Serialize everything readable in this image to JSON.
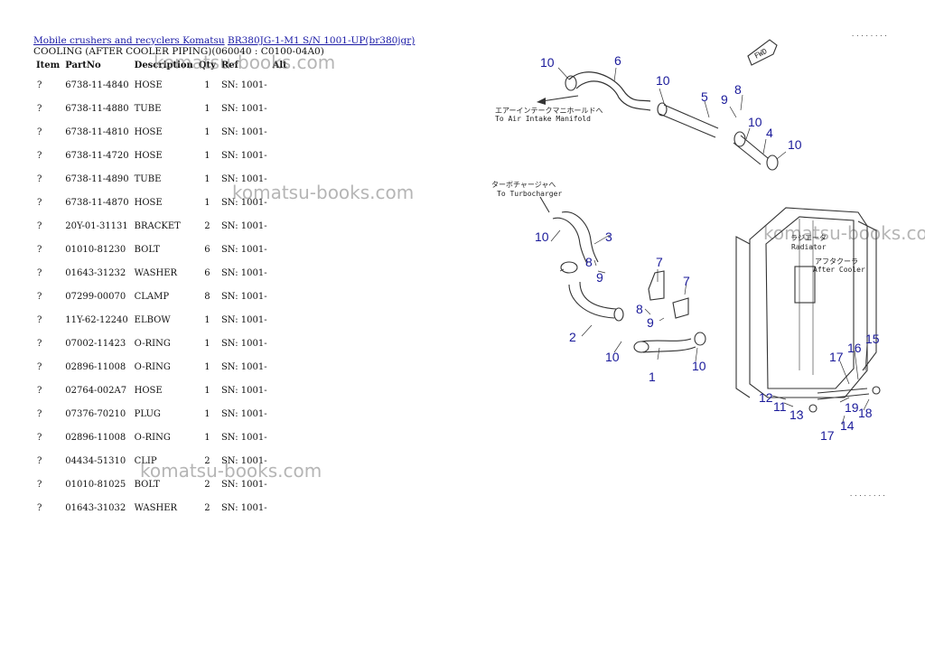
{
  "breadcrumb": {
    "link1": "Mobile crushers and recyclers Komatsu",
    "link2": "BR380JG-1-M1 S/N 1001-UP(br380jgr)"
  },
  "subtitle": "COOLING (AFTER COOLER PIPING)(060040 : C0100-04A0)",
  "table": {
    "headers": [
      "Item",
      "PartNo",
      "Description",
      "Qty",
      "Ref",
      "Alt"
    ],
    "rows": [
      [
        "?",
        "6738-11-4840",
        "HOSE",
        "1",
        "SN: 1001-",
        ""
      ],
      [
        "?",
        "6738-11-4880",
        "TUBE",
        "1",
        "SN: 1001-",
        ""
      ],
      [
        "?",
        "6738-11-4810",
        "HOSE",
        "1",
        "SN: 1001-",
        ""
      ],
      [
        "?",
        "6738-11-4720",
        "HOSE",
        "1",
        "SN: 1001-",
        ""
      ],
      [
        "?",
        "6738-11-4890",
        "TUBE",
        "1",
        "SN: 1001-",
        ""
      ],
      [
        "?",
        "6738-11-4870",
        "HOSE",
        "1",
        "SN: 1001-",
        ""
      ],
      [
        "?",
        "20Y-01-31131",
        "BRACKET",
        "2",
        "SN: 1001-",
        ""
      ],
      [
        "?",
        "01010-81230",
        "BOLT",
        "6",
        "SN: 1001-",
        ""
      ],
      [
        "?",
        "01643-31232",
        "WASHER",
        "6",
        "SN: 1001-",
        ""
      ],
      [
        "?",
        "07299-00070",
        "CLAMP",
        "8",
        "SN: 1001-",
        ""
      ],
      [
        "?",
        "11Y-62-12240",
        "ELBOW",
        "1",
        "SN: 1001-",
        ""
      ],
      [
        "?",
        "07002-11423",
        "O-RING",
        "1",
        "SN: 1001-",
        ""
      ],
      [
        "?",
        "02896-11008",
        "O-RING",
        "1",
        "SN: 1001-",
        ""
      ],
      [
        "?",
        "02764-002A7",
        "HOSE",
        "1",
        "SN: 1001-",
        ""
      ],
      [
        "?",
        "07376-70210",
        "PLUG",
        "1",
        "SN: 1001-",
        ""
      ],
      [
        "?",
        "02896-11008",
        "O-RING",
        "1",
        "SN: 1001-",
        ""
      ],
      [
        "?",
        "04434-51310",
        "CLIP",
        "2",
        "SN: 1001-",
        ""
      ],
      [
        "?",
        "01010-81025",
        "BOLT",
        "2",
        "SN: 1001-",
        ""
      ],
      [
        "?",
        "01643-31032",
        "WASHER",
        "2",
        "SN: 1001-",
        ""
      ]
    ]
  },
  "watermark": "komatsu-books.com",
  "diagram": {
    "fwd_label": "FWD",
    "labels": {
      "intake_jp": "エアーインテークマニホールドへ",
      "intake_en": "To Air Intake Manifold",
      "turbo_jp": "ターボチャージャへ",
      "turbo_en": "To Turbocharger",
      "radiator_jp": "ラジエータ",
      "radiator_en": "Radiator",
      "cooler_jp": "アフタクーラ",
      "cooler_en": "After Cooler"
    },
    "callouts": [
      "10",
      "6",
      "10",
      "5",
      "9",
      "8",
      "10",
      "4",
      "10",
      "3",
      "10",
      "8",
      "9",
      "7",
      "7",
      "8",
      "9",
      "2",
      "10",
      "1",
      "10",
      "15",
      "16",
      "17",
      "12",
      "11",
      "13",
      "19",
      "14",
      "18",
      "17"
    ]
  },
  "dots_top": "........",
  "dots_bottom": "........"
}
